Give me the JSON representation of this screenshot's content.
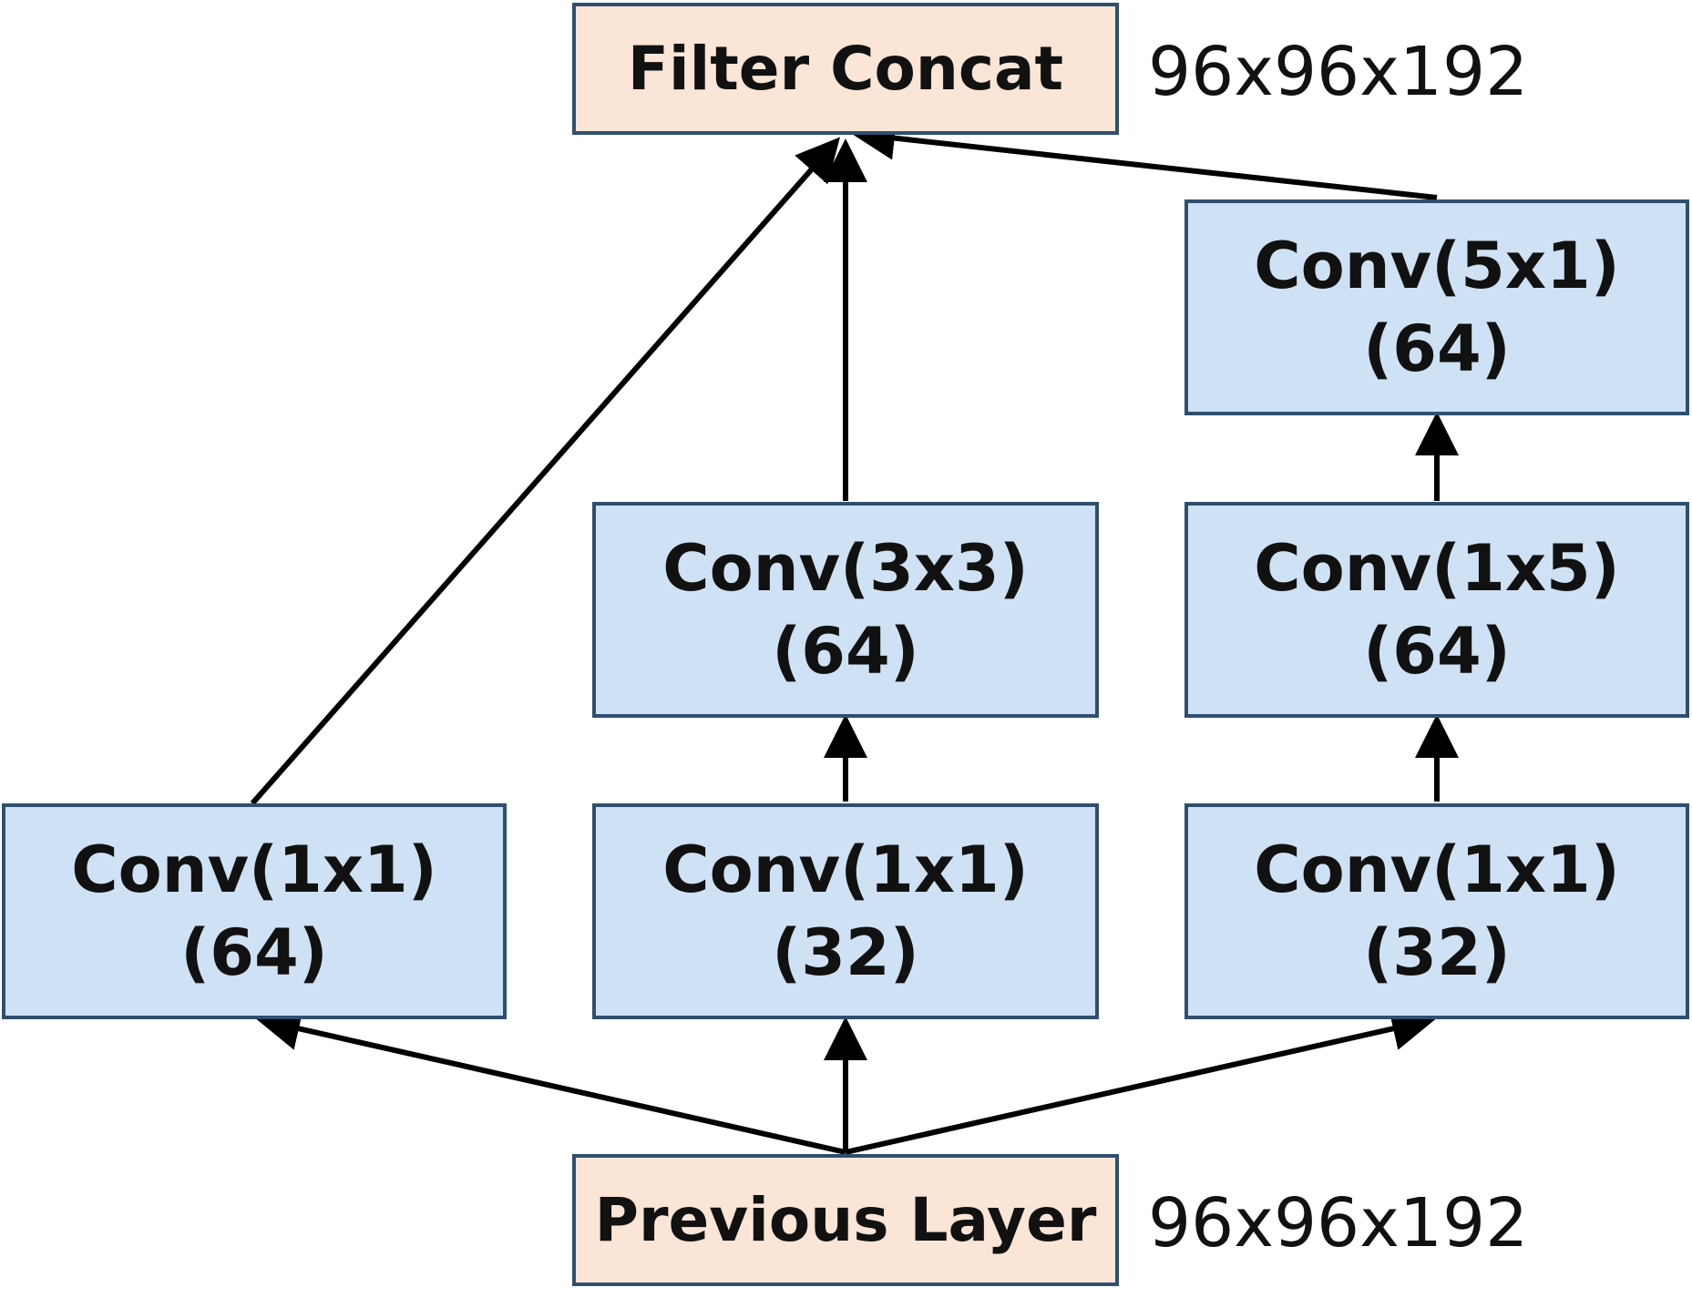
{
  "colors": {
    "io_fill": "#fbe5d6",
    "conv_fill": "#cfe1f4",
    "border": "#2f4f6f",
    "arrow": "#000000"
  },
  "nodes": {
    "filter_concat": {
      "label": "Filter Concat"
    },
    "previous_layer": {
      "label": "Previous Layer"
    },
    "left_conv1x1": {
      "line1": "Conv(1x1)",
      "line2": "(64)"
    },
    "mid_conv1x1": {
      "line1": "Conv(1x1)",
      "line2": "(32)"
    },
    "mid_conv3x3": {
      "line1": "Conv(3x3)",
      "line2": "(64)"
    },
    "right_conv1x1": {
      "line1": "Conv(1x1)",
      "line2": "(32)"
    },
    "right_conv1x5": {
      "line1": "Conv(1x5)",
      "line2": "(64)"
    },
    "right_conv5x1": {
      "line1": "Conv(5x1)",
      "line2": "(64)"
    }
  },
  "dims": {
    "top": "96x96x192",
    "bottom": "96x96x192"
  },
  "edges": [
    [
      "previous_layer",
      "left_conv1x1"
    ],
    [
      "previous_layer",
      "mid_conv1x1"
    ],
    [
      "previous_layer",
      "right_conv1x1"
    ],
    [
      "mid_conv1x1",
      "mid_conv3x3"
    ],
    [
      "right_conv1x1",
      "right_conv1x5"
    ],
    [
      "right_conv1x5",
      "right_conv5x1"
    ],
    [
      "left_conv1x1",
      "filter_concat"
    ],
    [
      "mid_conv3x3",
      "filter_concat"
    ],
    [
      "right_conv5x1",
      "filter_concat"
    ]
  ]
}
